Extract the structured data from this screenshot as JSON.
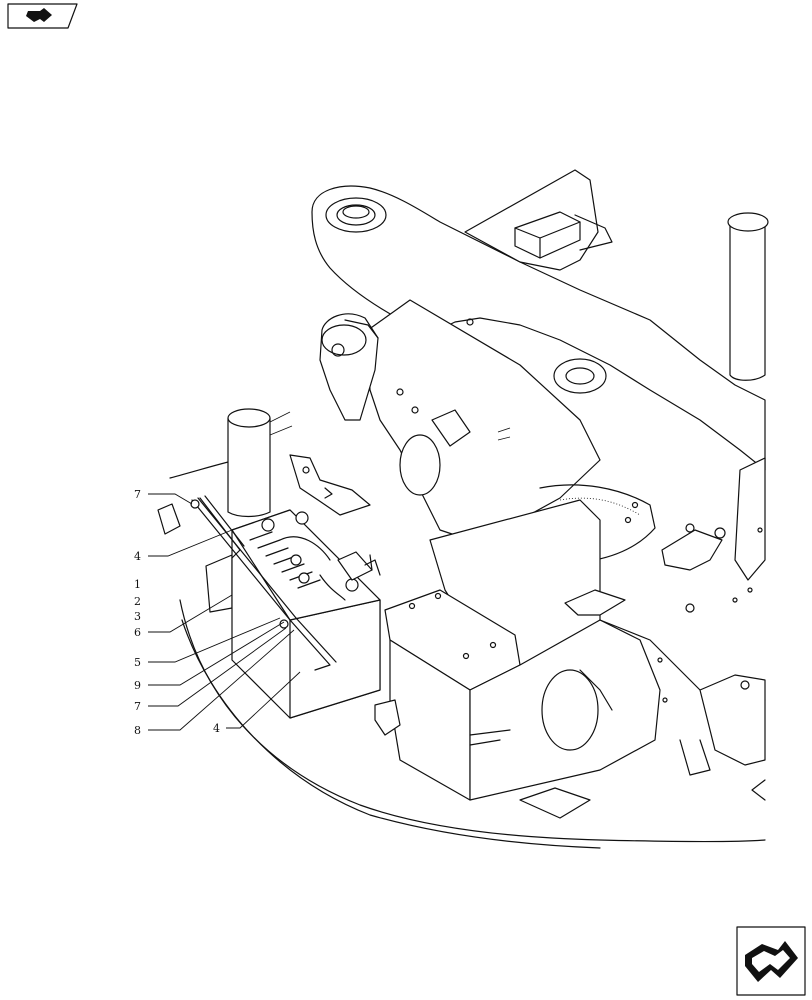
{
  "callouts": {
    "c7_top": "7",
    "c4_left": "4",
    "c1": "1",
    "c2": "2",
    "c3": "3",
    "c6": "6",
    "c5": "5",
    "c9": "9",
    "c7_low": "7",
    "c8": "8",
    "c4_bottom": "4"
  },
  "icons": {
    "top_left": "next-page-arrow-icon",
    "bottom_right": "forward-arrow-icon"
  }
}
